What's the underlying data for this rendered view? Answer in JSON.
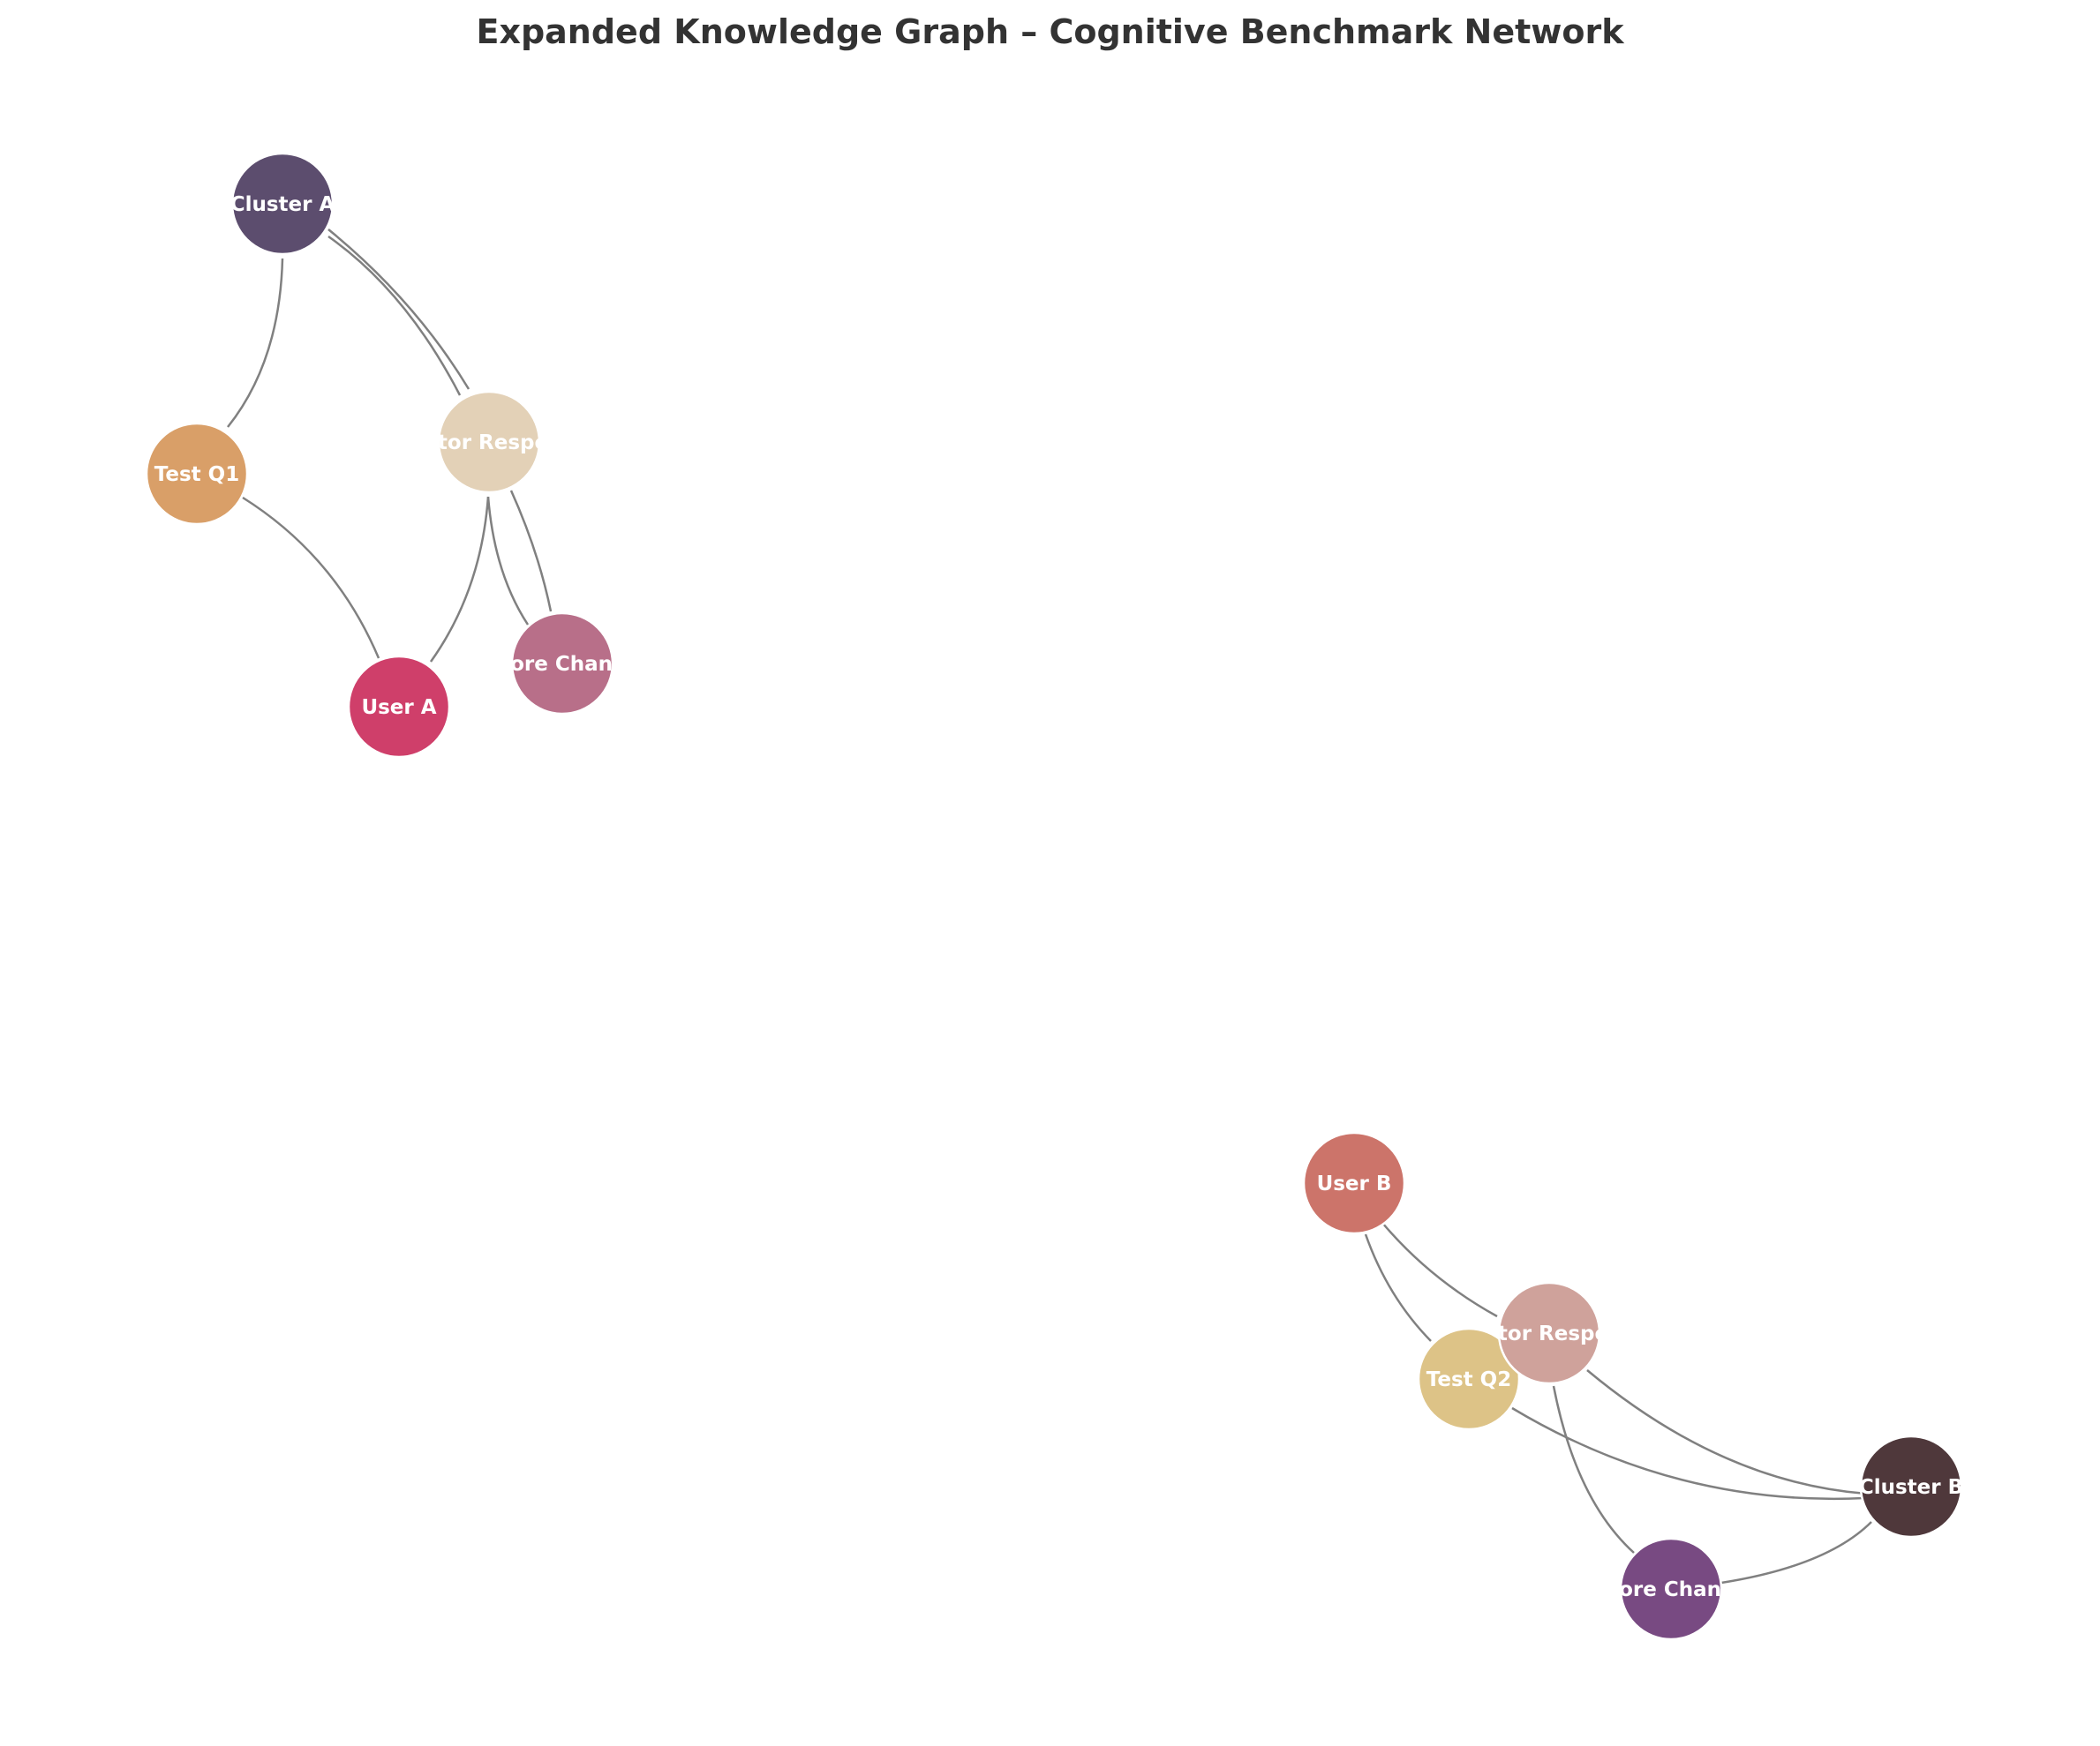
{
  "title": "Expanded Knowledge Graph – Cognitive Benchmark Network",
  "nodes": [
    {
      "id": "cluster_a",
      "label": "Cluster A",
      "color": "#5c4d6e"
    },
    {
      "id": "test_q1",
      "label": "Test Q1",
      "color": "#d99f68"
    },
    {
      "id": "mentor_a",
      "label": "Mentor Response",
      "color": "#e3d1b7"
    },
    {
      "id": "score_a",
      "label": "Score Change",
      "color": "#b86f89"
    },
    {
      "id": "user_a",
      "label": "User A",
      "color": "#cf3f6a"
    },
    {
      "id": "user_b",
      "label": "User B",
      "color": "#cc746a"
    },
    {
      "id": "mentor_b",
      "label": "Mentor Response",
      "color": "#cfa29b"
    },
    {
      "id": "test_q2",
      "label": "Test Q2",
      "color": "#ddc387"
    },
    {
      "id": "cluster_b",
      "label": "Cluster B",
      "color": "#4f383b"
    },
    {
      "id": "score_b",
      "label": "Score Change",
      "color": "#784a82"
    }
  ],
  "edges": [
    {
      "source": "cluster_a",
      "target": "test_q1"
    },
    {
      "source": "cluster_a",
      "target": "mentor_a"
    },
    {
      "source": "cluster_a",
      "target": "mentor_a"
    },
    {
      "source": "test_q1",
      "target": "user_a"
    },
    {
      "source": "mentor_a",
      "target": "user_a"
    },
    {
      "source": "mentor_a",
      "target": "score_a"
    },
    {
      "source": "mentor_a",
      "target": "score_a"
    },
    {
      "source": "user_b",
      "target": "test_q2"
    },
    {
      "source": "user_b",
      "target": "mentor_b"
    },
    {
      "source": "mentor_b",
      "target": "cluster_b"
    },
    {
      "source": "mentor_b",
      "target": "score_b"
    },
    {
      "source": "test_q2",
      "target": "cluster_b"
    },
    {
      "source": "score_b",
      "target": "cluster_b"
    }
  ]
}
